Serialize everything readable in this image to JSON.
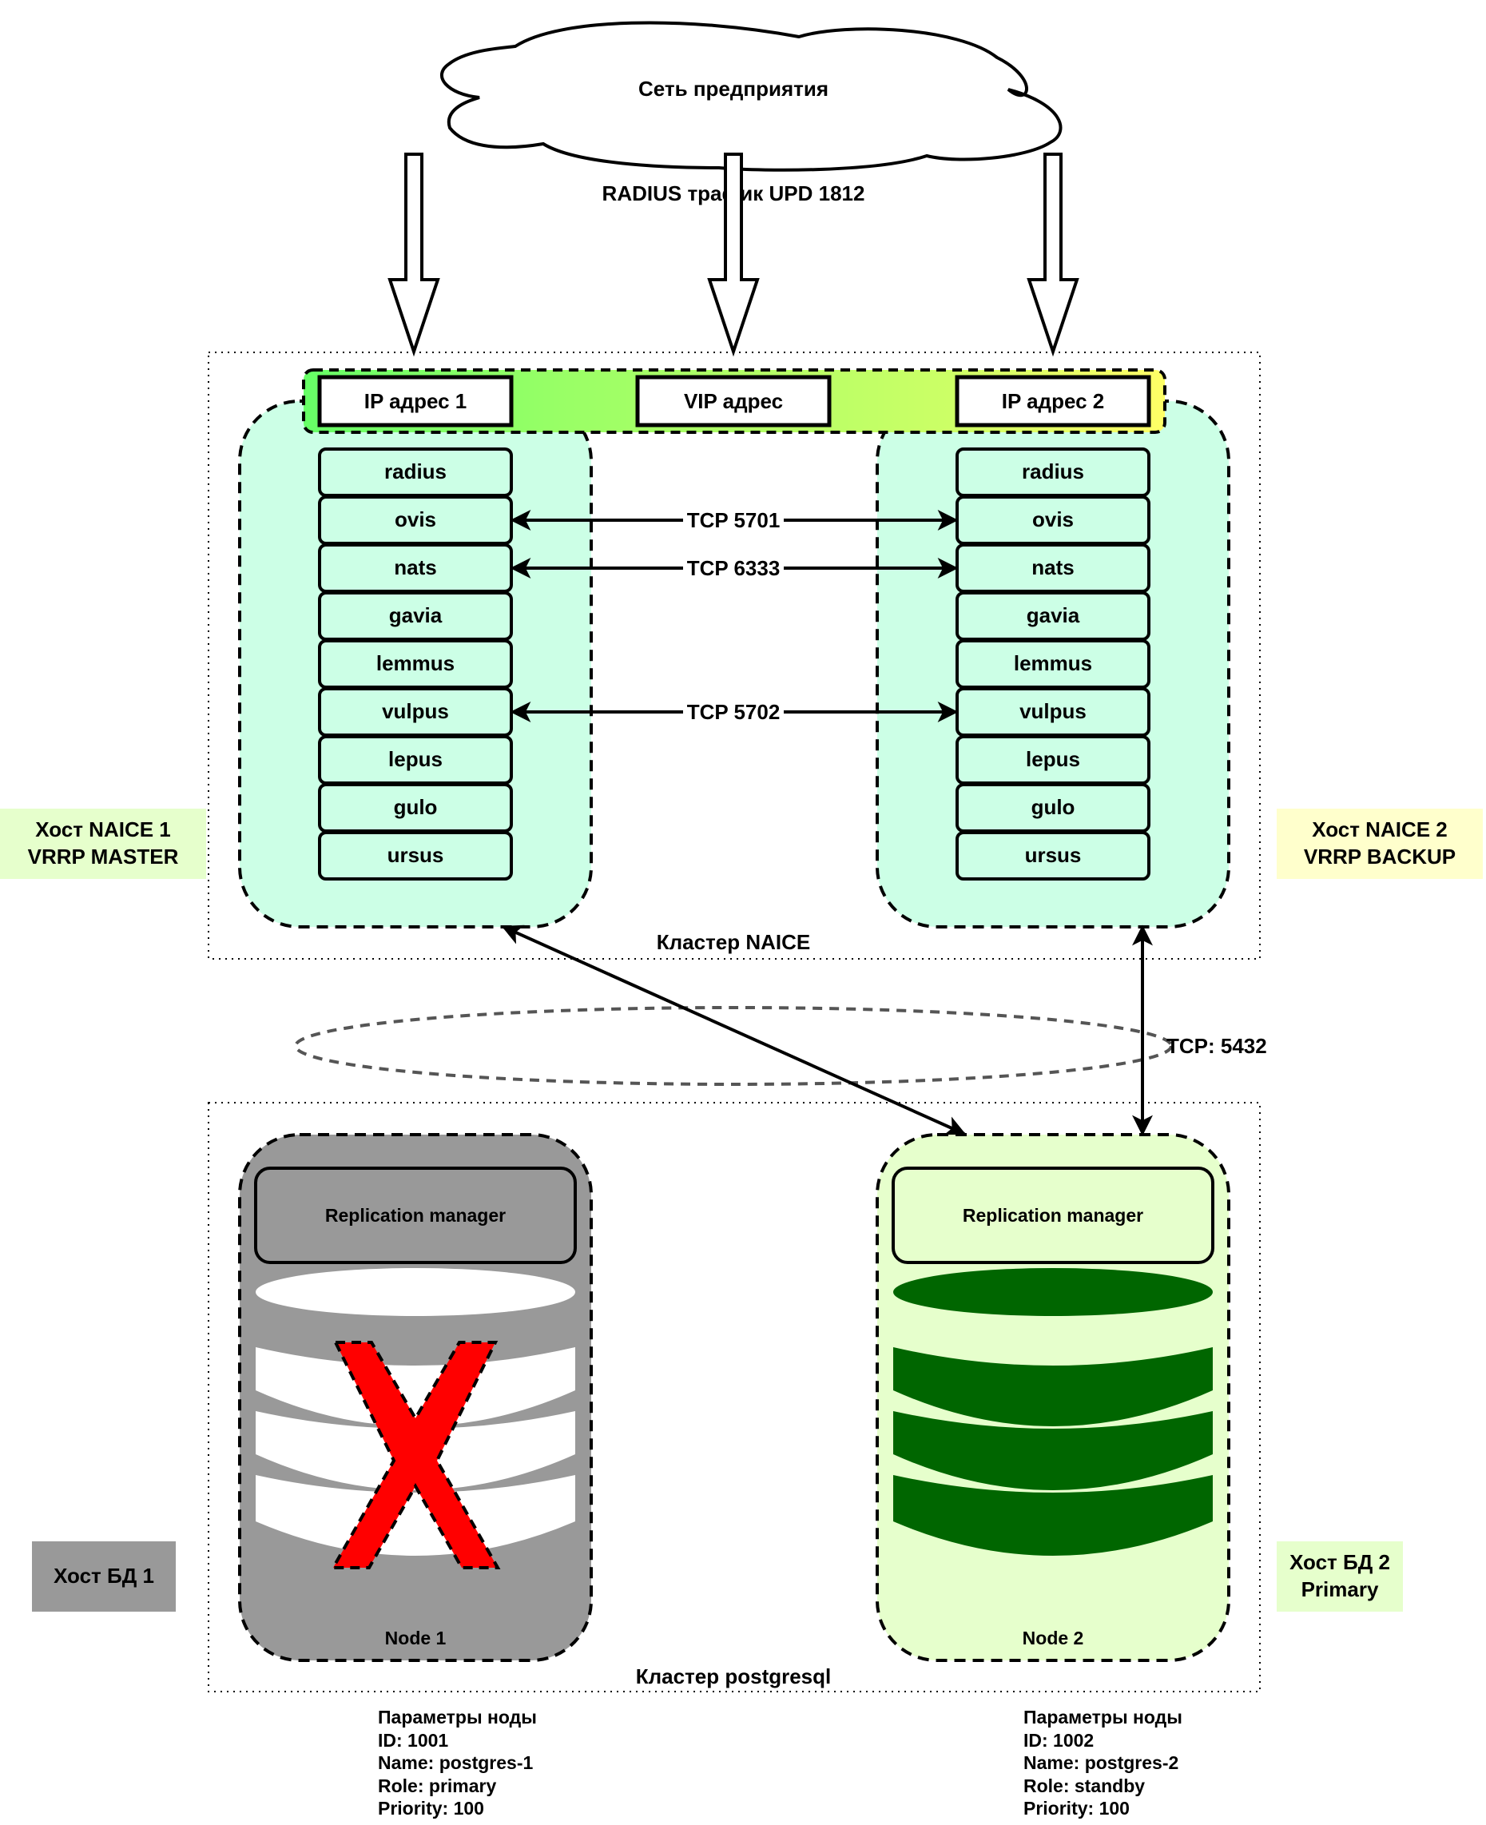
{
  "network": {
    "cloud_label": "Сеть предприятия",
    "traffic_label": "RADIUS трафик UPD 1812"
  },
  "naice_cluster": {
    "label": "Кластер NAICE",
    "addresses": [
      "IP адрес 1",
      "VIP адрес",
      "IP адрес 2"
    ],
    "address_bar_gradient": [
      "#66ff66",
      "#99ff66",
      "#ccff66",
      "#ffff66"
    ],
    "host_fill": "#ccffe6",
    "services": [
      "radius",
      "ovis",
      "nats",
      "gavia",
      "lemmus",
      "vulpus",
      "lepus",
      "gulo",
      "ursus"
    ],
    "links": [
      {
        "service": "ovis",
        "label": "TCP 5701"
      },
      {
        "service": "nats",
        "label": "TCP 6333"
      },
      {
        "service": "vulpus",
        "label": "TCP 5702"
      }
    ],
    "hosts": [
      {
        "label_line1": "Хост NAICE 1",
        "label_line2": "VRRP MASTER",
        "badge_color": "#e6ffcc"
      },
      {
        "label_line1": "Хост NAICE 2",
        "label_line2": "VRRP BACKUP",
        "badge_color": "#ffffcc"
      }
    ]
  },
  "db_link_label": "TCP: 5432",
  "postgres_cluster": {
    "label": "Кластер postgresql",
    "nodes": [
      {
        "name": "Node 1",
        "manager_label": "Replication manager",
        "status": "failed",
        "fill": "#999999",
        "db_color": "#ffffff",
        "fail_mark_color": "#ff0000",
        "host_label_line1": "Хост БД 1",
        "host_label_line2": "",
        "host_badge_color": "#999999",
        "params_title": "Параметры ноды",
        "params": [
          "ID: 1001",
          "Name: postgres-1",
          "Role: primary",
          "Priority: 100"
        ]
      },
      {
        "name": "Node 2",
        "manager_label": "Replication manager",
        "status": "active",
        "fill": "#e6ffcc",
        "db_color": "#006600",
        "host_label_line1": "Хост БД 2",
        "host_label_line2": "Primary",
        "host_badge_color": "#e6ffcc",
        "params_title": "Параметры ноды",
        "params": [
          "ID: 1002",
          "Name: postgres-2",
          "Role: standby",
          "Priority: 100"
        ]
      }
    ]
  }
}
